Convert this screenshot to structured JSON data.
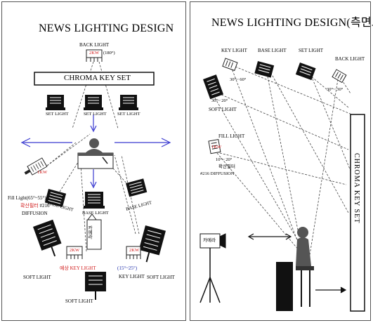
{
  "left": {
    "title": "NEWS LIGHTING DESIGN",
    "back_light_label": "BACK LIGHT",
    "back_light_power": "2KW",
    "back_light_angle": "(180°)",
    "chroma_key_set": "CHROMA KEY SET",
    "set_light_1": "SET LIGHT",
    "set_light_2": "SET LIGHT",
    "set_light_3": "SET LIGHT",
    "fill_power": "1KW",
    "fill_light_label": "Fill Light(65°~55°)",
    "fill_filter": "확산필터 #216",
    "fill_diffusion": "DIFFUSION",
    "base_light_1": "BASE LIGHT",
    "base_light_2": "BASE LIGHT",
    "base_light_3": "BASE LIGHT",
    "soft_light_1": "SOFT LIGHT",
    "soft_light_2": "SOFT LIGHT",
    "soft_light_3": "SOFT LIGHT",
    "camera_label": "카메라",
    "spare_power": "2KW",
    "spare_key_light": "예상 KEY LIGHT",
    "key_power": "2KW",
    "key_angle": "(15°~25°)",
    "key_light_label": "KEY LIGHT"
  },
  "right": {
    "title": "NEWS LIGHTING DESIGN(측면도)",
    "key_light": "KEY LIGHT",
    "base_light": "BASE LIGHT",
    "set_light": "SET LIGHT",
    "back_light": "BACK LIGHT",
    "soft_angle": "30°~ 20°",
    "soft_light": "SOFT LIGHT",
    "key_angle": "30°~ 60°",
    "back_angle": "30°~ 30°",
    "fill_light": "FILL LIGHT",
    "fill_angle": "10°~ 20°",
    "fill_filter": "확산필터",
    "fill_diffusion": "#216 DIFFUSION",
    "fill_power": "1KW",
    "chroma_key_set": "CHROMA KEY SET",
    "camera_label": "카메라"
  },
  "colors": {
    "red": "#d01818",
    "blue": "#1a2aa8",
    "arrow_blue": "#3a3ad0"
  }
}
